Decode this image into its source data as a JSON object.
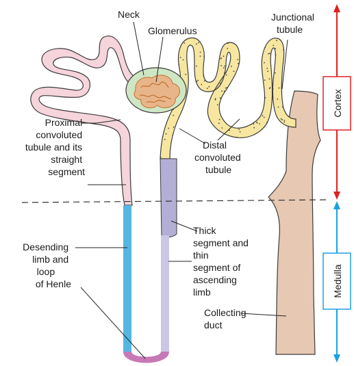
{
  "labels": {
    "neck": "Neck",
    "glomerulus": "Glomerulus",
    "junctional": [
      "Junctional",
      "tubule"
    ],
    "proximal": [
      "Proximal",
      "convoluted",
      "tubule and its",
      "straight",
      "segment"
    ],
    "distal": [
      "Distal",
      "convoluted",
      "tubule"
    ],
    "thick": [
      "Thick",
      "segment and",
      "thin",
      "segment of",
      "ascending",
      "limb"
    ],
    "descending": [
      "Desending",
      "limb and",
      "loop",
      "of Henle"
    ],
    "collecting": [
      "Collecting",
      "duct"
    ]
  },
  "regions": {
    "cortex": "Cortex",
    "medulla": "Medulla"
  },
  "colors": {
    "proximal_fill": "#f6d4dc",
    "distal_fill": "#f6e6a0",
    "thick_ascending": "#b3aed6",
    "thin_ascending": "#cac6e4",
    "descending_limb": "#55b6e0",
    "loop_bottom": "#c779b6",
    "glomerulus_capsule": "#cfe6c4",
    "glomerulus_tuft": "#e8b58b",
    "collecting_duct": "#e6c8b3",
    "cortex_arrow": "#e02020",
    "medulla_arrow": "#1aa0e0",
    "outline": "#3a3a3a"
  }
}
